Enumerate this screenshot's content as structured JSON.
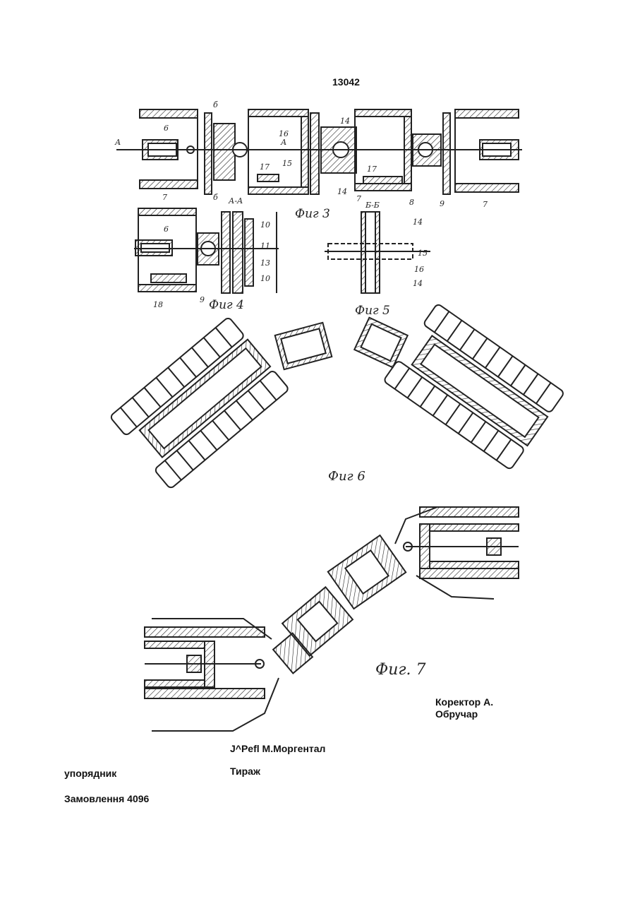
{
  "header": {
    "page_number": "13042"
  },
  "figures": {
    "fig3": {
      "caption": "Фиг 3",
      "section_label": "А-А",
      "numbers": [
        "6",
        "б",
        "б",
        "16",
        "14",
        "15",
        "14",
        "17",
        "17",
        "8",
        "9",
        "7",
        "7",
        "7"
      ],
      "letters": [
        "А",
        "А"
      ]
    },
    "fig4": {
      "caption": "Фиг 4",
      "numbers": [
        "6",
        "10",
        "11",
        "13",
        "10",
        "18",
        "9"
      ]
    },
    "fig5": {
      "caption": "Фиг 5",
      "section_label": "Б-Б",
      "numbers": [
        "14",
        "15",
        "16",
        "14"
      ]
    },
    "fig6": {
      "caption": "Фиг 6"
    },
    "fig7": {
      "caption": "Фиг. 7"
    }
  },
  "footer": {
    "corrector_line1": "Коректор   А.",
    "corrector_line2": "Обручар",
    "techred": "J^Pefl М.Моргентал",
    "compiler": "упорядник",
    "tirazh": "Тираж",
    "order": "Замовлення 4096"
  },
  "colors": {
    "ink": "#222222",
    "paper": "#ffffff"
  }
}
